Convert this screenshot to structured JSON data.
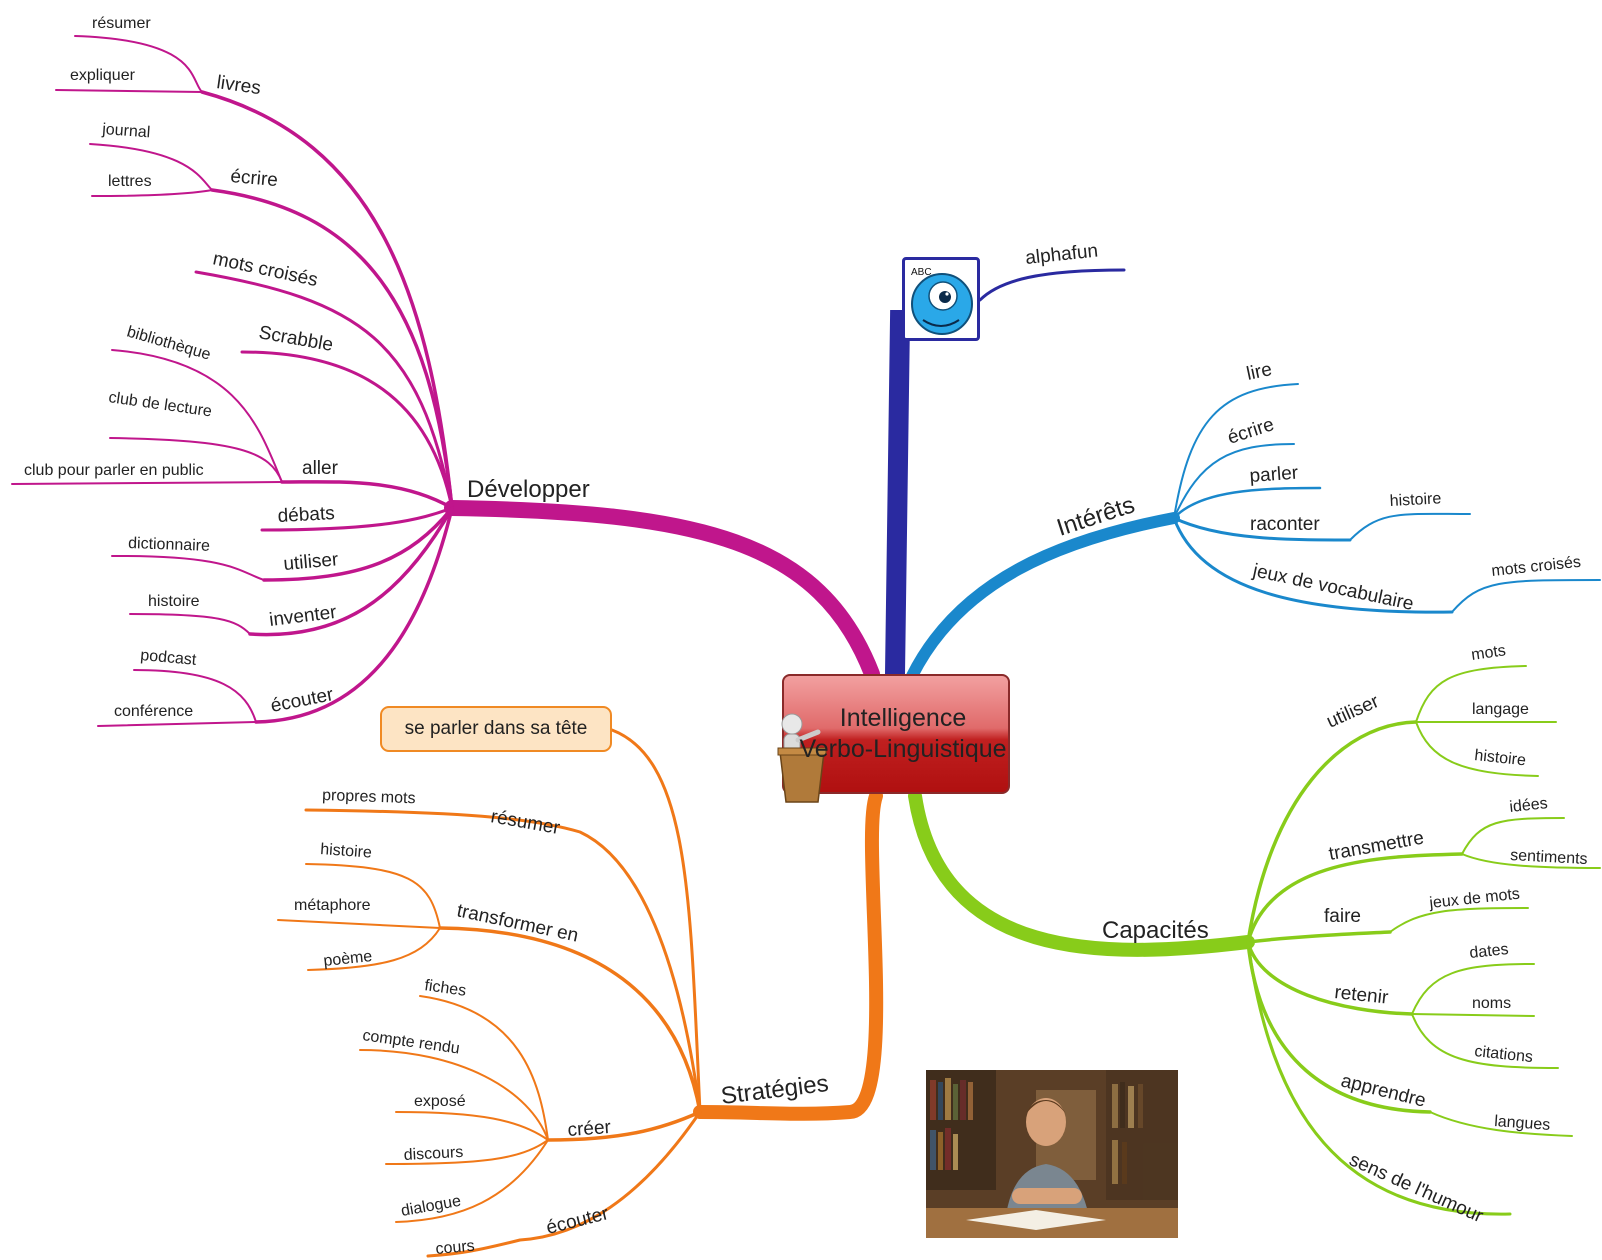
{
  "center": {
    "line1": "Intelligence",
    "line2": "Verbo-Linguistique"
  },
  "colors": {
    "developper": "#c0168c",
    "alphafun": "#2a2aa0",
    "interets": "#1a88cc",
    "capacites": "#88cc1a",
    "strategies": "#f07818",
    "center": "#c82020"
  },
  "icons": {
    "alphafun": "cyclops-smiley-icon",
    "center_figure": "figure-at-lectern-icon",
    "photo": "student-photo"
  },
  "alphafun": {
    "label": "alphafun",
    "box_text": "ABC"
  },
  "developper": {
    "label": "Développer",
    "livres": {
      "label": "livres",
      "children": [
        "résumer",
        "expliquer"
      ]
    },
    "ecrire": {
      "label": "écrire",
      "children": [
        "journal",
        "lettres"
      ]
    },
    "mots_croises": "mots croisés",
    "scrabble": "Scrabble",
    "aller": {
      "label": "aller",
      "children": [
        "bibliothèque",
        "club de lecture",
        "club pour parler en public"
      ]
    },
    "debats": "débats",
    "utiliser": {
      "label": "utiliser",
      "children": [
        "dictionnaire"
      ]
    },
    "inventer": {
      "label": "inventer",
      "children": [
        "histoire"
      ]
    },
    "ecouter": {
      "label": "écouter",
      "children": [
        "podcast",
        "conférence"
      ]
    }
  },
  "interets": {
    "label": "Intérêts",
    "lire": "lire",
    "ecrire": "écrire",
    "parler": "parler",
    "raconter": {
      "label": "raconter",
      "children": [
        "histoire"
      ]
    },
    "jeux": {
      "label": "jeux de vocabulaire",
      "children": [
        "mots croisés"
      ]
    }
  },
  "capacites": {
    "label": "Capacités",
    "utiliser": {
      "label": "utiliser",
      "children": [
        "mots",
        "langage",
        "histoire"
      ]
    },
    "transmettre": {
      "label": "transmettre",
      "children": [
        "idées",
        "sentiments"
      ]
    },
    "faire": {
      "label": "faire",
      "children": [
        "jeux de mots"
      ]
    },
    "retenir": {
      "label": "retenir",
      "children": [
        "dates",
        "noms",
        "citations"
      ]
    },
    "apprendre": {
      "label": "apprendre",
      "children": [
        "langues"
      ]
    },
    "humour": "sens de l'humour"
  },
  "strategies": {
    "label": "Stratégies",
    "note": "se parler dans sa tête",
    "resumer": {
      "label": "résumer",
      "children": [
        "propres mots"
      ]
    },
    "transformer": {
      "label": "transformer en",
      "children": [
        "histoire",
        "métaphore",
        "poème"
      ]
    },
    "creer": {
      "label": "créer",
      "children": [
        "fiches",
        "compte rendu",
        "exposé",
        "discours",
        "dialogue"
      ]
    },
    "ecouter": {
      "label": "écouter",
      "children": [
        "cours"
      ]
    }
  }
}
